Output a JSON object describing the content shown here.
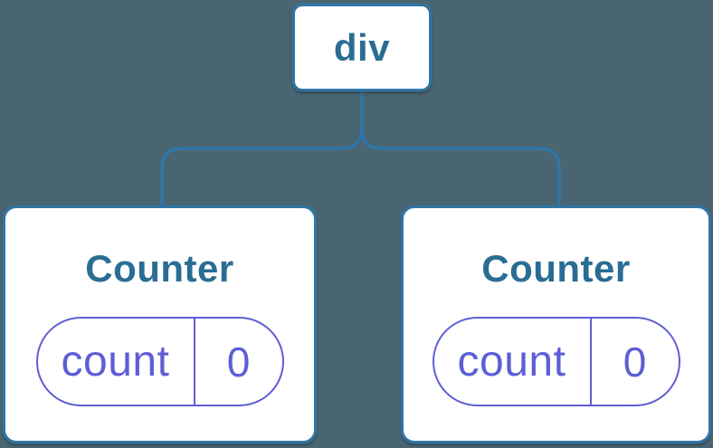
{
  "diagram": {
    "colors": {
      "background": "#4a6572",
      "line": "#2f76a7",
      "node_fill": "#ffffff",
      "label": "#2a6d94",
      "state": "#5e5ed6"
    },
    "root": {
      "label": "div"
    },
    "counters": [
      {
        "title": "Counter",
        "state": {
          "key": "count",
          "value": "0"
        }
      },
      {
        "title": "Counter",
        "state": {
          "key": "count",
          "value": "0"
        }
      }
    ]
  }
}
